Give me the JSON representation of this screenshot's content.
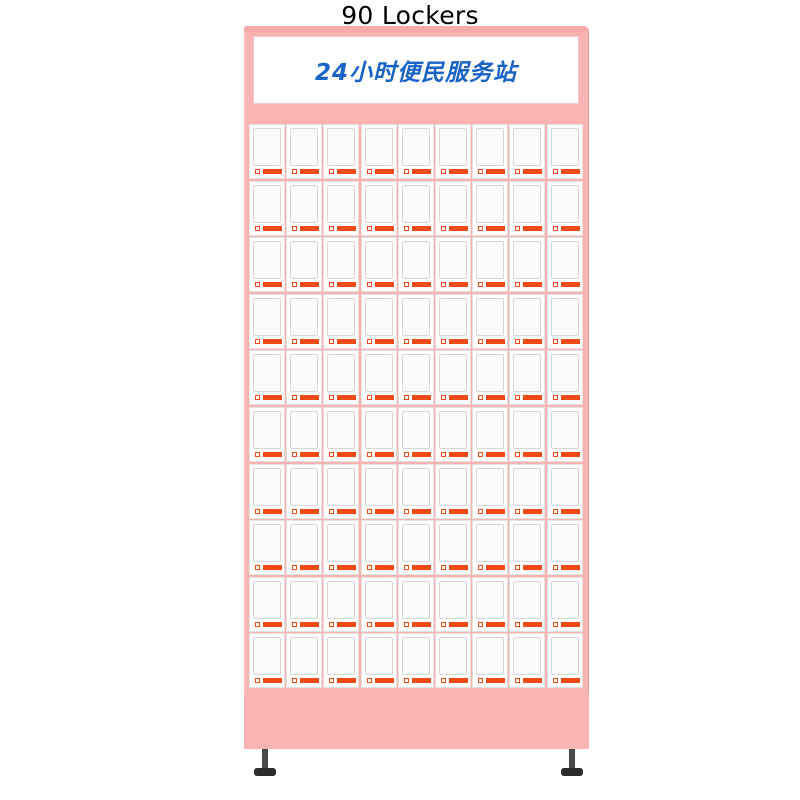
{
  "caption": "90 Lockers",
  "signboard": {
    "text": "24小时便民服务站",
    "color": "#1a63c7"
  },
  "cabinet": {
    "body_color": "#f9b3b3",
    "tag_color": "#f24a14",
    "columns": 9,
    "rows": 10,
    "locker_count": 90
  },
  "icons": {
    "locker_tag": "orange-label-icon",
    "foot": "leveling-foot-icon"
  }
}
